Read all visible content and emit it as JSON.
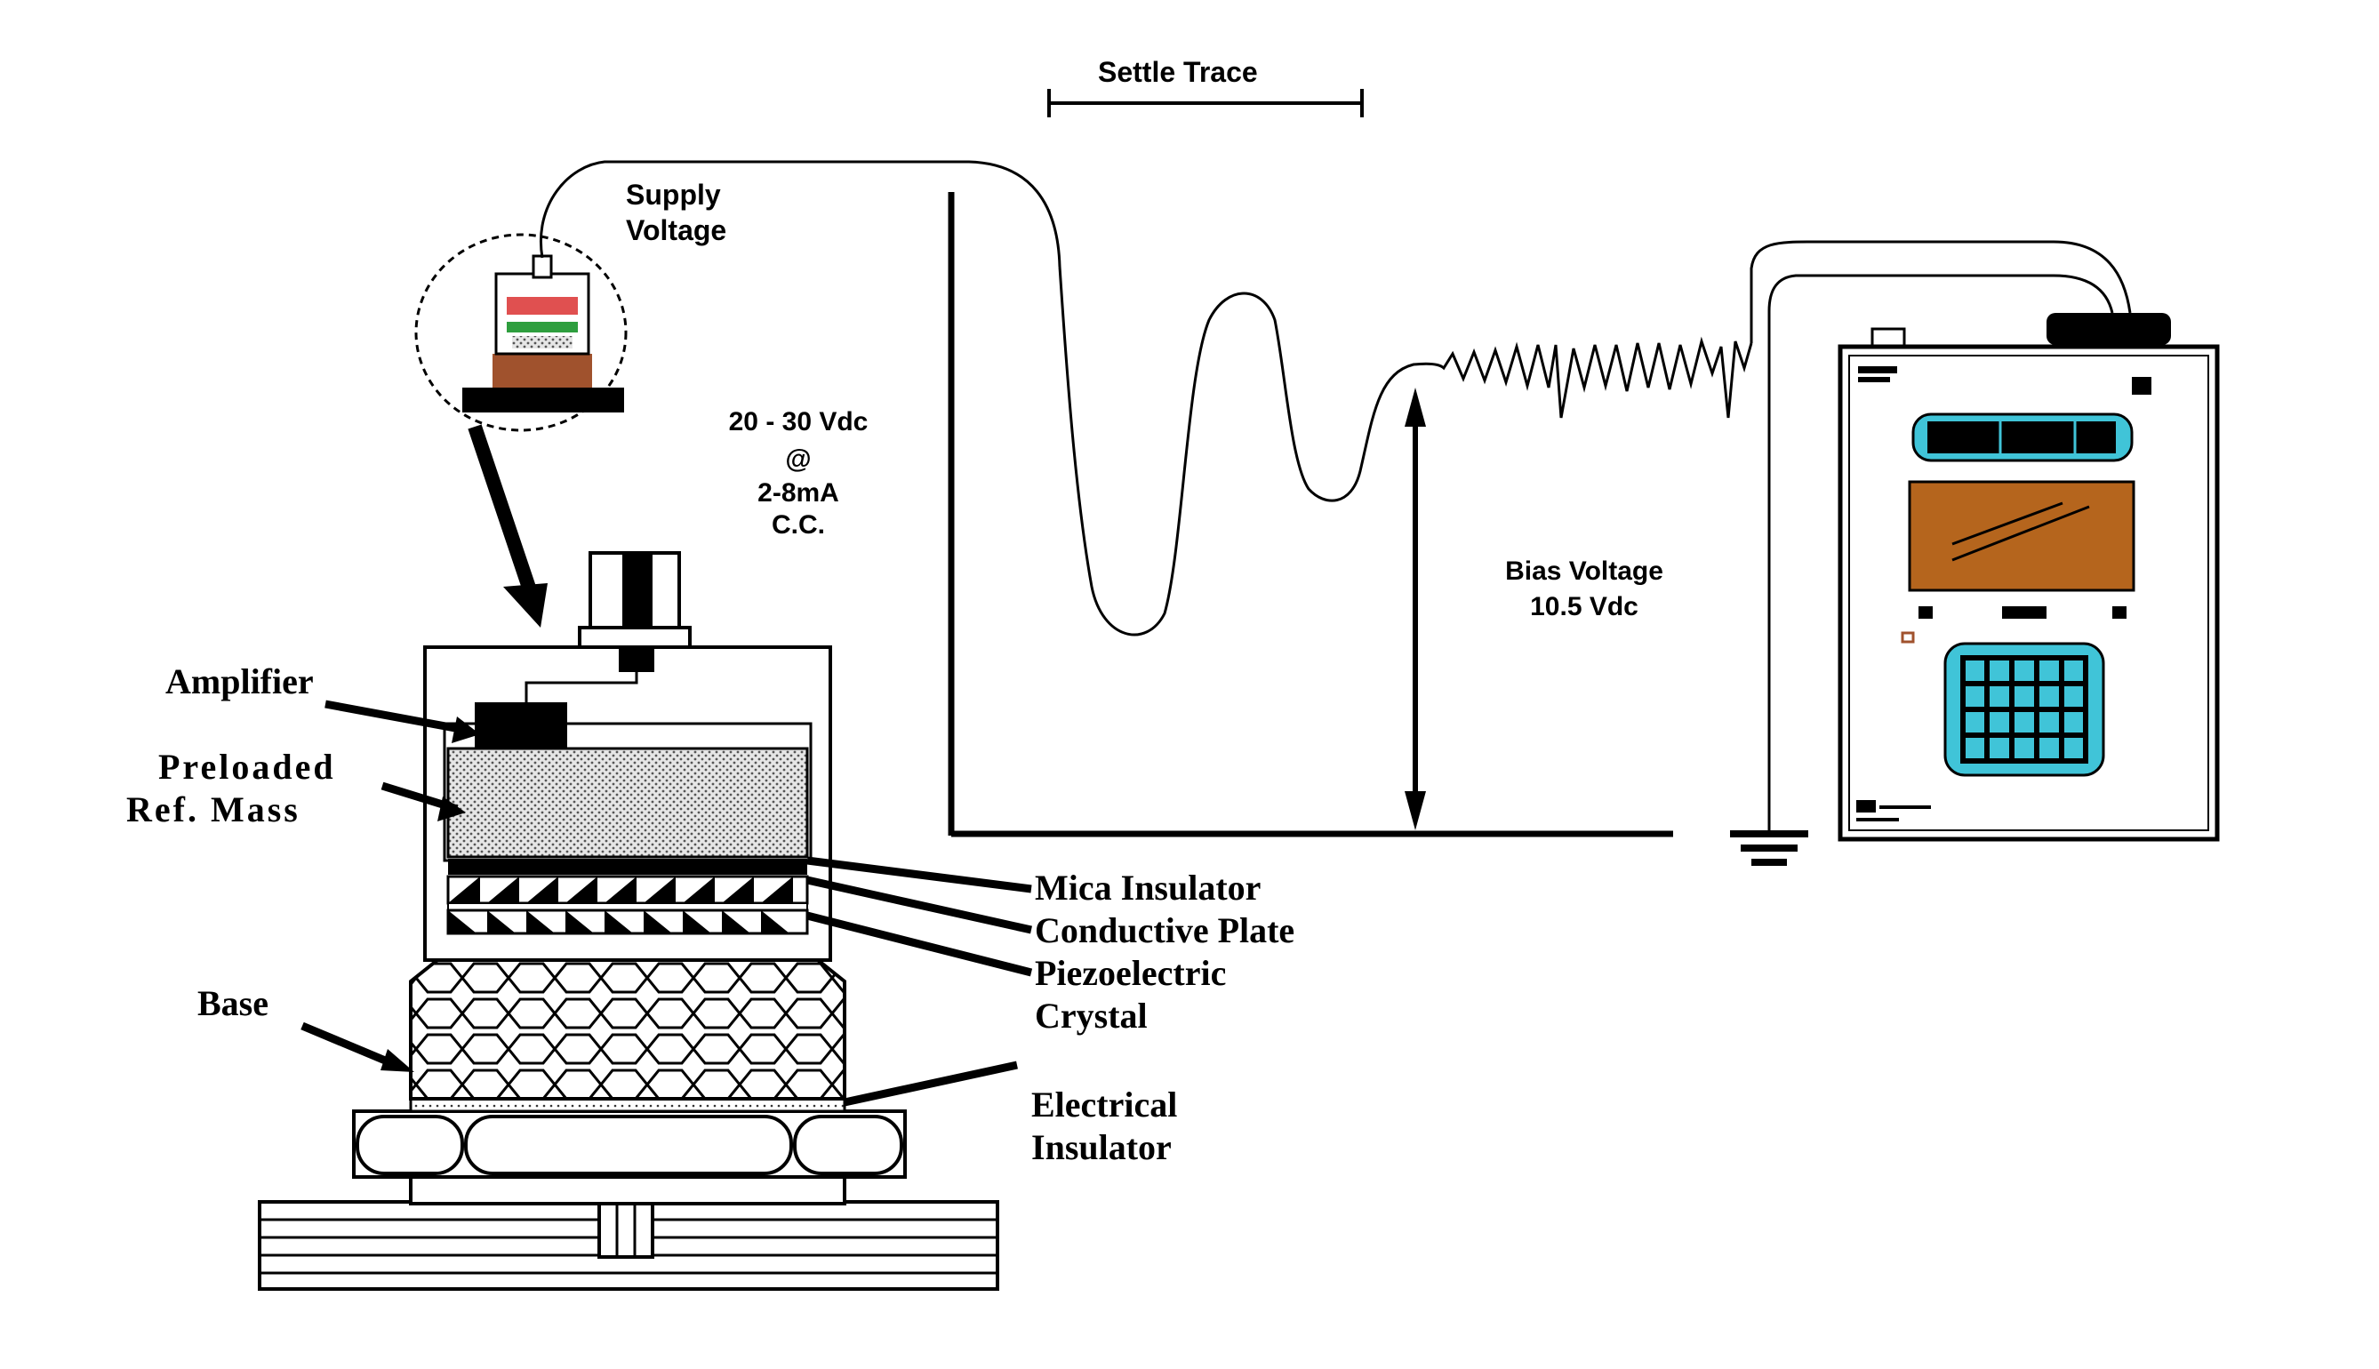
{
  "labels": {
    "settle_trace": "Settle Trace",
    "supply_voltage_line1": "Supply",
    "supply_voltage_line2": "Voltage",
    "dc_spec_line1": "20 - 30 Vdc",
    "dc_spec_line2": "@",
    "dc_spec_line3": "2-8mA",
    "dc_spec_line4": "C.C.",
    "bias_voltage_line1": "Bias Voltage",
    "bias_voltage_line2": "10.5 Vdc",
    "amplifier": "Amplifier",
    "preloaded_line1": "Preloaded",
    "preloaded_line2": "Ref. Mass",
    "base": "Base",
    "mica_insulator": "Mica Insulator",
    "conductive_plate": "Conductive Plate",
    "piezo_line1": "Piezoelectric",
    "piezo_line2": "Crystal",
    "electrical_line1": "Electrical",
    "electrical_line2": "Insulator"
  },
  "colors": {
    "ink": "#000000",
    "crystal_brown": "#a0522d",
    "screen_brown": "#b5651d",
    "cyan": "#40c4d8",
    "red_layer": "#e05050",
    "green_layer": "#2e9e3e",
    "stipple_gray": "#c8c8c8"
  },
  "icons": {
    "ground": "ground-symbol-icon",
    "meter": "signal-analyzer-device-icon",
    "sensor_thumbnail": "accelerometer-thumbnail-icon"
  }
}
